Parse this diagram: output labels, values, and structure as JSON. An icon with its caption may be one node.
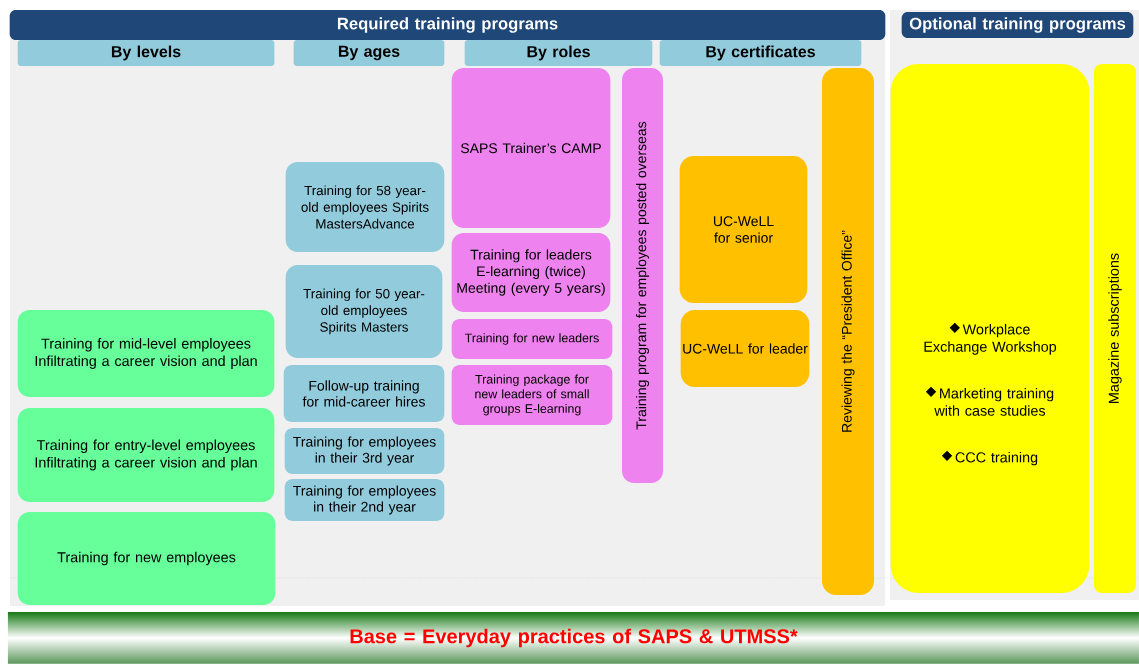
{
  "diagram": {
    "nodes": [
      {
        "text": [
          "Required training programs"
        ]
      },
      {
        "text": [
          "Optional training programs"
        ]
      },
      {
        "text": [
          "By levels"
        ]
      },
      {
        "text": [
          "By ages"
        ]
      },
      {
        "text": [
          "By roles"
        ]
      },
      {
        "text": [
          "By certificates"
        ]
      },
      {
        "text": [
          "SAPS Trainer’s CAMP"
        ]
      },
      {
        "text": [
          "Training for 58 year-old employees Spirits MastersAdvance"
        ]
      },
      {
        "text": [
          "Training for 50 year-old employees Spirits Masters"
        ]
      },
      {
        "text": [
          "Training for leaders E-learning (twice) Meeting (every 5 years)"
        ]
      },
      {
        "text": [
          "Training for new leaders"
        ]
      },
      {
        "text": [
          "Training package for new leaders of small groups E-learning"
        ]
      },
      {
        "text": [
          "Training program for employees posted overseas"
        ]
      },
      {
        "text": [
          "UC-WeLL for senior"
        ]
      },
      {
        "text": [
          "UC-WeLL for leader"
        ]
      },
      {
        "text": [
          "Reviewing the “President Office”"
        ]
      },
      {
        "text": [
          "Training for mid-level employees Infiltrating a career vision and plan"
        ]
      },
      {
        "text": [
          "Follow-up training for mid-career hires"
        ]
      },
      {
        "text": [
          "Training for entry-level employees Infiltrating a career vision and plan"
        ]
      },
      {
        "text": [
          "Training for employees in their 3rd year"
        ]
      },
      {
        "text": [
          "Training for employees in their 2nd year"
        ]
      },
      {
        "text": [
          "Training for new employees"
        ]
      },
      {
        "text": [
          "Workplace Exchange Workshop",
          "Marketing training with case studies",
          "CCC training"
        ]
      },
      {
        "text": [
          "Magazine subscriptions"
        ]
      },
      {
        "text": [
          "Base = Everyday practices of SAPS & UTMSS*"
        ]
      }
    ]
  }
}
